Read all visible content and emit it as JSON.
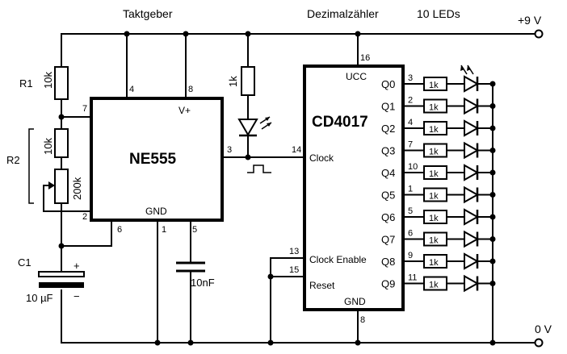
{
  "headings": {
    "taktgeber": "Taktgeber",
    "dezimalzaehler": "Dezimalzähler",
    "leds": "10 LEDs",
    "supply_pos": "+9 V",
    "supply_gnd": "0 V"
  },
  "ne555": {
    "name": "NE555",
    "vplus": "V+",
    "gnd": "GND",
    "pins": {
      "p4": "4",
      "p8": "8",
      "p7": "7",
      "p2": "2",
      "p6": "6",
      "p1": "1",
      "p5": "5",
      "p3": "3"
    }
  },
  "cd4017": {
    "name": "CD4017",
    "ucc": "UCC",
    "gnd": "GND",
    "clock": "Clock",
    "clock_enable": "Clock Enable",
    "reset": "Reset",
    "pins": {
      "p16": "16",
      "p14": "14",
      "p13": "13",
      "p15": "15",
      "p8": "8"
    },
    "outputs": [
      {
        "label": "Q0",
        "pin": "3"
      },
      {
        "label": "Q1",
        "pin": "2"
      },
      {
        "label": "Q2",
        "pin": "4"
      },
      {
        "label": "Q3",
        "pin": "7"
      },
      {
        "label": "Q4",
        "pin": "10"
      },
      {
        "label": "Q5",
        "pin": "1"
      },
      {
        "label": "Q6",
        "pin": "5"
      },
      {
        "label": "Q7",
        "pin": "6"
      },
      {
        "label": "Q8",
        "pin": "9"
      },
      {
        "label": "Q9",
        "pin": "11"
      }
    ],
    "output_resistor": "1k"
  },
  "components": {
    "r1_name": "R1",
    "r1_value": "10k",
    "r2_name": "R2",
    "r2_value": "10k",
    "pot_value": "200k",
    "c1_name": "C1",
    "c1_value": "10 µF",
    "c1_plus": "+",
    "c1_minus": "−",
    "c2_value": "10nF",
    "led_resistor": "1k"
  }
}
